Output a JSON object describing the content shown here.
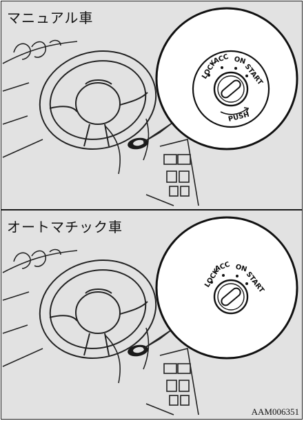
{
  "manual": {
    "title": "マニュアル車",
    "switch_labels": {
      "lock": "LOCK",
      "acc": "ACC",
      "on": "ON",
      "start": "START",
      "push": "PUSH"
    }
  },
  "automatic": {
    "title": "オートマチック車",
    "switch_labels": {
      "lock": "LOCK",
      "acc": "ACC",
      "on": "ON",
      "start": "START"
    }
  },
  "figure_code": "AAM006351"
}
